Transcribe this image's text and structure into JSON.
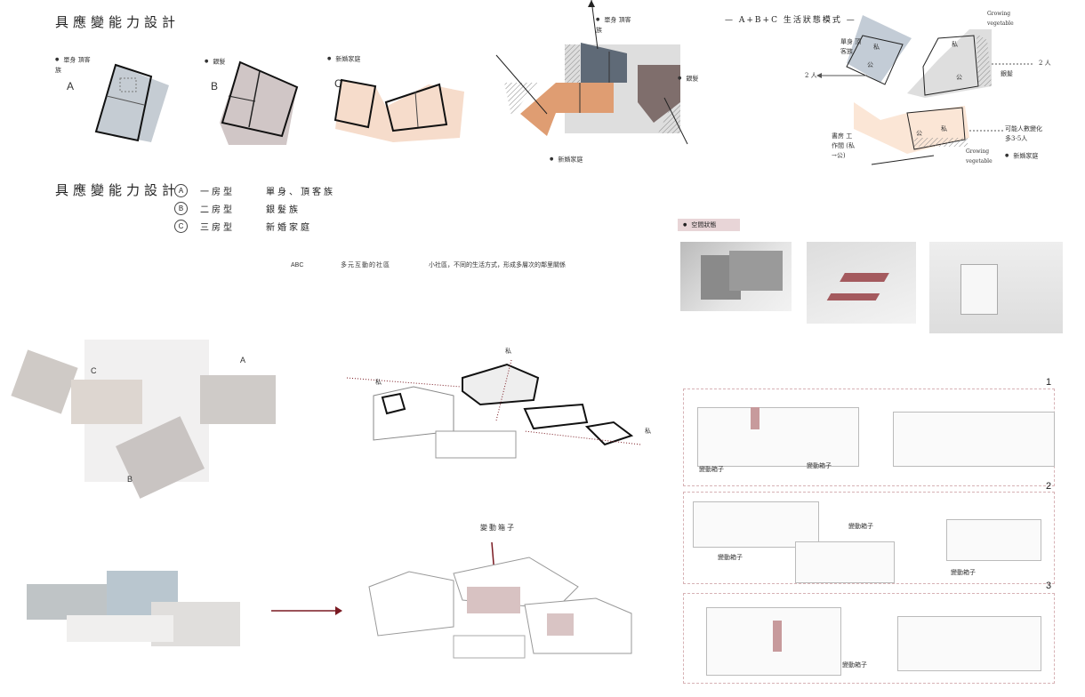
{
  "title": "具應變能力設計",
  "plans": [
    {
      "letter": "A",
      "caption": "單身 頂客族",
      "color": "#c5ccd3"
    },
    {
      "letter": "B",
      "caption": "銀髮",
      "color": "#d0c6c6"
    },
    {
      "letter": "C",
      "caption": "新婚家庭",
      "color": "#f6dccb"
    }
  ],
  "zoning": {
    "label_top": "單身 頂客族",
    "label_right": "銀髮",
    "label_bottom": "新婚家庭",
    "colors": {
      "blue": "#5f6a77",
      "orange": "#df9d72",
      "brown": "#7f6e6c",
      "gray": "#dedede"
    }
  },
  "abc_mode": {
    "title": "A+B+C 生活狀態模式",
    "label_single": "單身 頂客族",
    "label_two_left": "2 人",
    "label_two_right": "2 人",
    "label_elder": "銀髮",
    "growing_top": "Growing vegetable",
    "growing_bottom": "Growing vegetable",
    "private": "私",
    "public": "公",
    "study": "書房 工作間 (私→公)",
    "change": "可能人數變化 多3-5人",
    "newlywed": "新婚家庭"
  },
  "legend": {
    "title": "具應變能力設計",
    "rows": [
      {
        "mark": "A",
        "type": "一房型",
        "who": "單身、頂客族"
      },
      {
        "mark": "B",
        "type": "二房型",
        "who": "銀髮族"
      },
      {
        "mark": "C",
        "type": "三房型",
        "who": "新婚家庭"
      }
    ]
  },
  "community": {
    "abc": "ABC",
    "name": "多元互動的社區",
    "desc": "小社區，不同的生活方式，形成多層次的鄰里關係"
  },
  "space_state": {
    "label": "空間狀態",
    "accent": "#7a1a22"
  },
  "render_labels": {
    "c": "C",
    "a": "A",
    "b": "B"
  },
  "axon": {
    "private": "私",
    "box_label": "變動箱子"
  },
  "scenarios": [
    {
      "number": "1",
      "callouts": [
        "變動箱子",
        "變動箱子"
      ]
    },
    {
      "number": "2",
      "callouts": [
        "變動箱子",
        "變動箱子",
        "變動箱子"
      ]
    },
    {
      "number": "3",
      "callouts": [
        "變動箱子"
      ]
    }
  ]
}
